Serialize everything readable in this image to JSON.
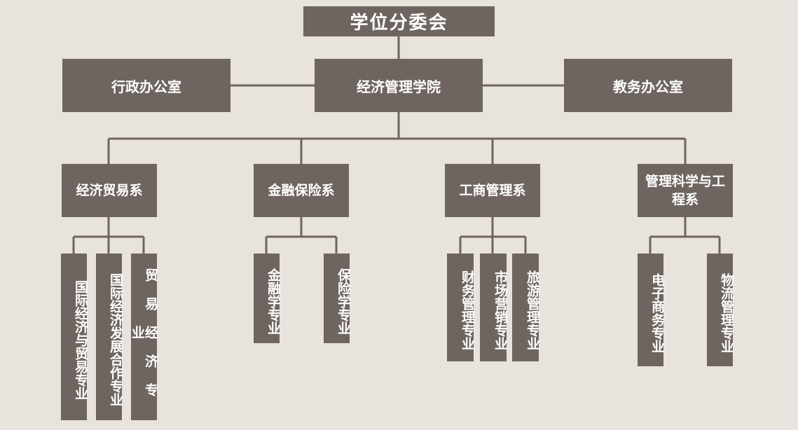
{
  "colors": {
    "background": "#e8e3dc",
    "box": "#6f6560",
    "line": "#6f6560",
    "text": "#ffffff"
  },
  "top": "学位分委会",
  "college": "经济管理学院",
  "left_office": "行政办公室",
  "right_office": "教务办公室",
  "departments": [
    {
      "name": "经济贸易系",
      "majors": [
        "国际经济与贸易专业",
        "国际经济发展合作专业",
        "贸易经济专业"
      ]
    },
    {
      "name": "金融保险系",
      "majors": [
        "金融学专业",
        "保险学专业"
      ]
    },
    {
      "name": "工商管理系",
      "majors": [
        "财务管理专业",
        "市场营销专业",
        "旅游管理专业"
      ]
    },
    {
      "name": "管理科学与工程系",
      "majors": [
        "电子商务专业",
        "物流管理专业"
      ]
    }
  ]
}
